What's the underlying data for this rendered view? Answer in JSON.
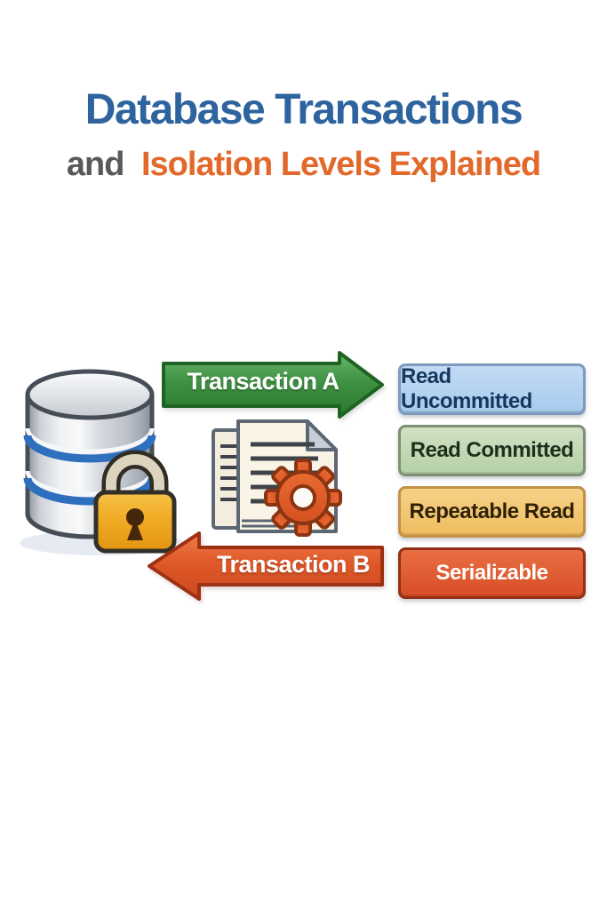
{
  "page": {
    "background": "#ffffff"
  },
  "title": {
    "line1": "Database Transactions",
    "line1_color": "#2d639e",
    "line2_prefix": "and",
    "line2_prefix_color": "#58595b",
    "line2_main": "Isolation Levels Explained",
    "line2_main_color": "#e2692b"
  },
  "flow": {
    "transaction_a": {
      "label": "Transaction A",
      "direction": "right",
      "fill": "#3f9143",
      "border": "#1f6322"
    },
    "transaction_b": {
      "label": "Transaction B",
      "direction": "left",
      "fill": "#d14e24",
      "border": "#9e3014"
    },
    "icons": [
      {
        "name": "database-lock-icon",
        "meaning": "locked database",
        "db_band_color": "#2e6fbe",
        "lock_color": "#f0a929"
      },
      {
        "name": "documents-gear-icon",
        "meaning": "transaction processing documents",
        "gear_color": "#dd5c28",
        "page_color": "#f8f2e4"
      }
    ]
  },
  "isolation_levels": [
    {
      "label": "Read Uncommitted",
      "bg": "#b5d2f1",
      "border": "#7d9bbf",
      "text_color": "#16385f"
    },
    {
      "label": "Read Committed",
      "bg": "#c3d9b6",
      "border": "#7e9175",
      "text_color": "#1c311c"
    },
    {
      "label": "Repeatable Read",
      "bg": "#f3c876",
      "border": "#c39247",
      "text_color": "#2f2008"
    },
    {
      "label": "Serializable",
      "bg": "#e0562d",
      "border": "#93301a",
      "text_color": "#ffffff"
    }
  ]
}
